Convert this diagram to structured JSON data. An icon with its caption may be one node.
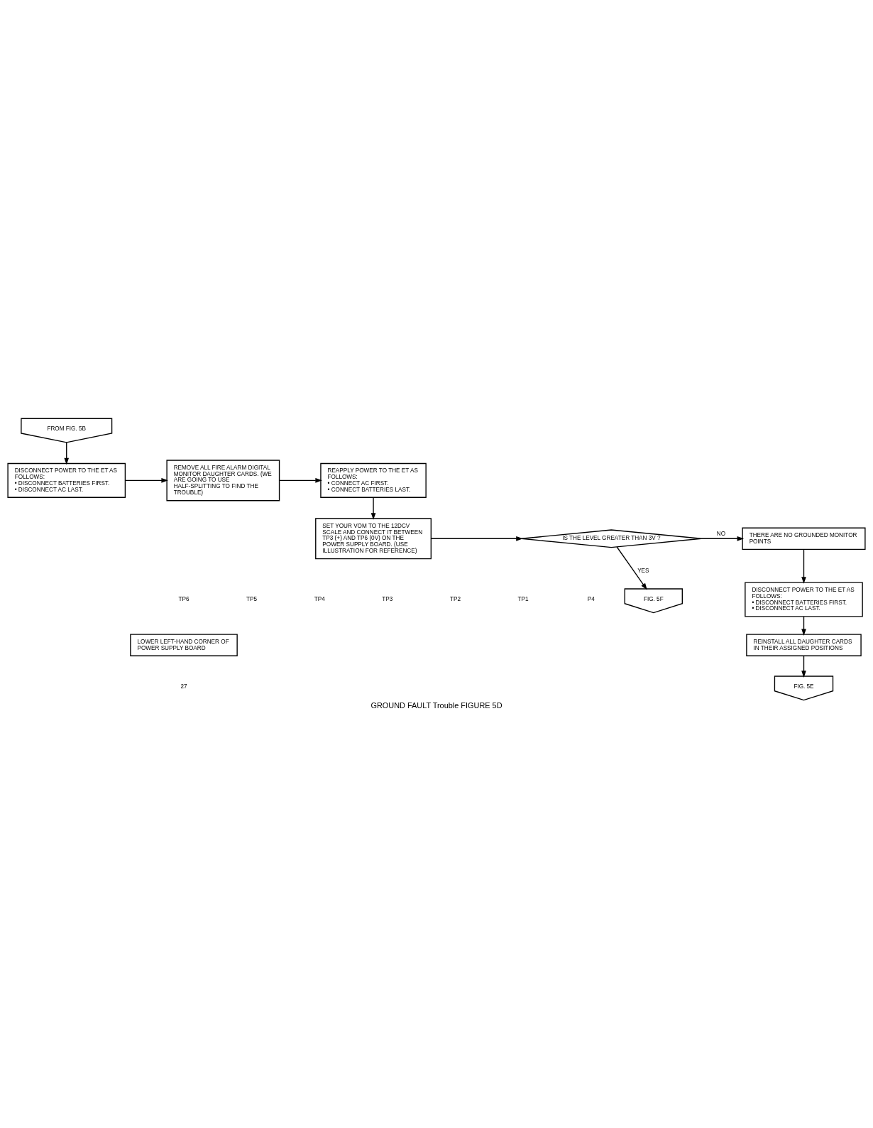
{
  "diagram": {
    "caption": "GROUND FAULT Trouble FIGURE 5D",
    "nodes": [
      {
        "text": [
          "FROM FIG. 5B"
        ]
      },
      {
        "text": [
          "DISCONNECT POWER TO THE ET AS FOLLOWS:",
          "• DISCONNECT BATTERIES FIRST.",
          "• DISCONNECT AC LAST."
        ]
      },
      {
        "text": [
          "REMOVE ALL FIRE ALARM DIGITAL MONITOR DAUGHTER CARDS. (WE ARE GOING TO USE HALF-SPLITTING TO FIND THE TROUBLE)"
        ]
      },
      {
        "text": [
          "REAPPLY POWER TO THE ET AS FOLLOWS:",
          "• CONNECT AC FIRST.",
          "• CONNECT BATTERIES LAST."
        ]
      },
      {
        "text": [
          "SET YOUR VOM TO THE 12DCV SCALE AND CONNECT IT BETWEEN TP3 (+) AND TP6 (0V) ON THE POWER SUPPLY BOARD. (USE ILLUSTRATION FOR REFERENCE)"
        ]
      },
      {
        "text": [
          "IS THE LEVEL GREATER THAN 3V ?"
        ]
      },
      {
        "text": [
          "THERE ARE NO GROUNDED MONITOR POINTS"
        ]
      },
      {
        "text": [
          "FIG. 5F"
        ]
      },
      {
        "text": [
          "DISCONNECT POWER TO THE ET AS FOLLOWS:",
          "• DISCONNECT BATTERIES FIRST.",
          "• DISCONNECT AC LAST."
        ]
      },
      {
        "text": [
          "REINSTALL ALL DAUGHTER CARDS IN THEIR ASSIGNED POSITIONS"
        ]
      },
      {
        "text": [
          "FIG. 5E"
        ]
      },
      {
        "text": [
          "LOWER LEFT-HAND CORNER OF POWER SUPPLY BOARD"
        ]
      }
    ],
    "edges": [
      {
        "from": 0,
        "to": 1,
        "arrow": "to"
      },
      {
        "from": 1,
        "to": 2,
        "arrow": "to"
      },
      {
        "from": 2,
        "to": 3,
        "arrow": "to"
      },
      {
        "from": 3,
        "to": 4,
        "arrow": "to"
      },
      {
        "from": 4,
        "to": 5,
        "arrow": "to"
      },
      {
        "from": 5,
        "to": 6,
        "label": "NO",
        "arrow": "to"
      },
      {
        "from": 5,
        "to": 7,
        "label": "YES",
        "arrow": "to"
      },
      {
        "from": 6,
        "to": 8,
        "arrow": "to"
      },
      {
        "from": 8,
        "to": 9,
        "arrow": "to"
      },
      {
        "from": 9,
        "to": 10,
        "arrow": "to"
      }
    ],
    "labels": [
      "TP6",
      "TP5",
      "TP4",
      "TP3",
      "TP2",
      "TP1",
      "P4",
      "27"
    ]
  }
}
